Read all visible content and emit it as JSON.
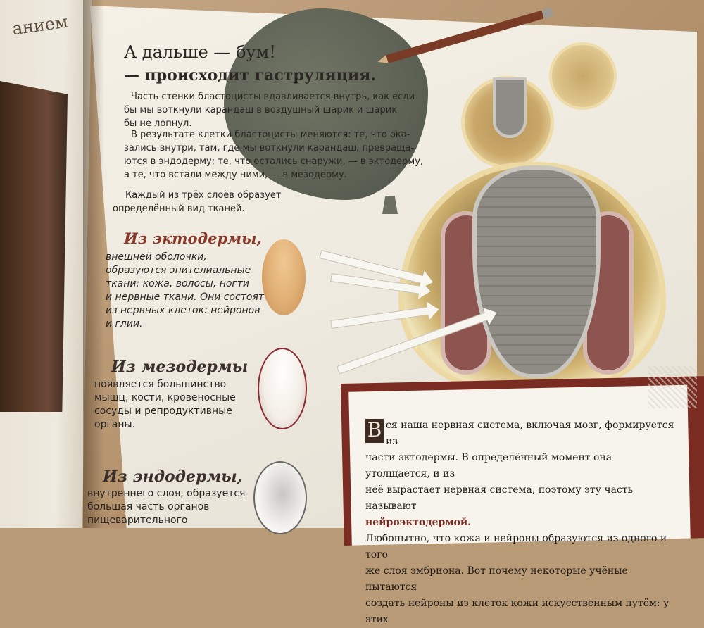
{
  "left_page": {
    "word": "анием"
  },
  "intro": {
    "title_line1": "А дальше — бум!",
    "title_line2": "— происходит гаструляция.",
    "p1_lines": [
      "Часть стенки бластоцисты вдавливается внутрь, как если",
      "бы мы воткнули карандаш в воздушный шарик и шарик",
      "бы не лопнул."
    ],
    "p2_lines": [
      "В результате клетки бластоцисты меняются: те, что ока-",
      "зались внутри, там, где мы воткнули карандаш, превраща-",
      "ются в эндодерму; те, что остались снаружи, — в эктодерму,",
      "а те, что встали между ними, — в мезодерму."
    ],
    "p3_lines": [
      "Каждый из трёх слоёв образует",
      "определённый вид тканей."
    ]
  },
  "sections": [
    {
      "heading": "Из эктодермы,",
      "heading_color": "#8b3a2a",
      "lines": [
        "внешней оболочки,",
        "образуются эпителиальные",
        "ткани: кожа, волосы, ногти",
        "и нервные ткани. Они состоят",
        "из нервных клеток: нейронов",
        "и глии."
      ]
    },
    {
      "heading": "Из мезодермы",
      "heading_color": "#3a2f2a",
      "lines": [
        "появляется большинство",
        "мышц, кости, кровеносные",
        "сосуды и репродуктивные",
        "органы."
      ]
    },
    {
      "heading": "Из эндодермы,",
      "heading_color": "#3a2f2a",
      "lines": [
        "внутреннего слоя, образуется",
        "большая часть органов",
        "пищеварительного"
      ]
    }
  ],
  "box": {
    "dropcap": "В",
    "line1": "ся наша нервная система, включая мозг, формируется из",
    "line2": "части эктодермы. В определённый момент она утолщается, и из",
    "line3": "неё вырастает нервная система, поэтому эту часть называют",
    "highlight": "нейроэктодермой.",
    "line5": "Любопытно, что кожа и нейроны образуются из одного и того",
    "line6": "же слоя эмбриона. Вот почему некоторые учёные пытаются",
    "line7": "создать нейроны из клеток кожи искусственным путём: у этих",
    "accent_color": "#7a2c22"
  },
  "colors": {
    "balloon": "#5d6255",
    "pencil": "#7a3b26",
    "ectoderm_cells": "#ecd9a3",
    "mesoderm_cells": "#8d5450",
    "endoderm_cells": "#8f8c86"
  }
}
